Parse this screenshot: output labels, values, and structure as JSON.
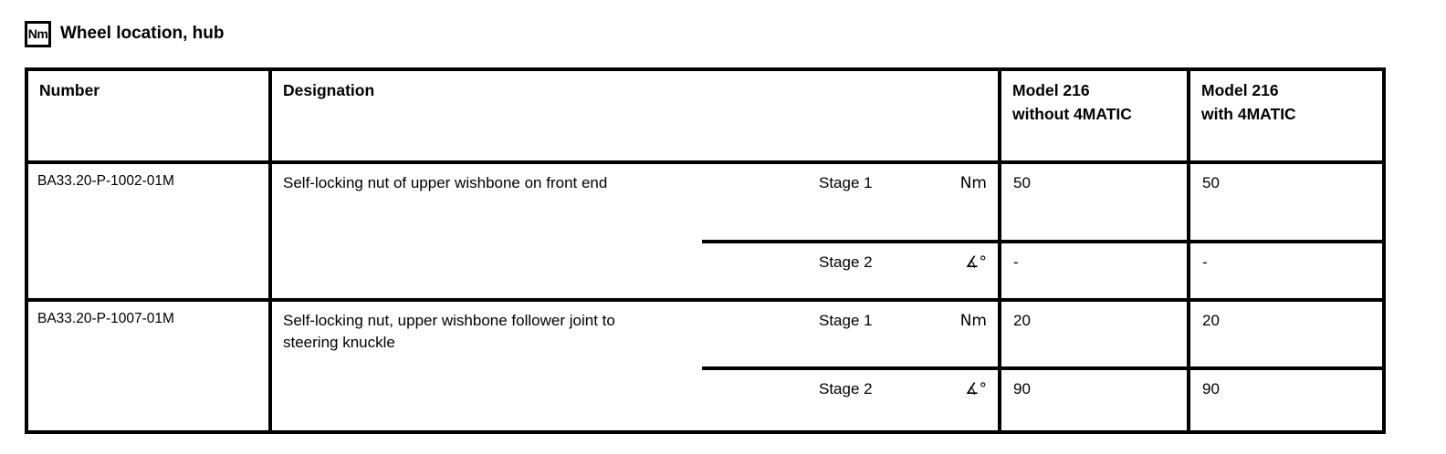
{
  "page": {
    "icon_label": "Nm",
    "title": "Wheel location, hub"
  },
  "table": {
    "headers": {
      "number": "Number",
      "designation": "Designation",
      "model_without": "Model 216\nwithout 4MATIC",
      "model_with": "Model 216\nwith 4MATIC"
    },
    "rows": [
      {
        "number": "BA33.20-P-1002-01M",
        "designation": "Self-locking nut of upper wishbone on front end",
        "stages": [
          {
            "label": "Stage 1",
            "unit": "Nm",
            "without": "50",
            "with": "50"
          },
          {
            "label": "Stage 2",
            "unit": "∡°",
            "without": "-",
            "with": "-"
          }
        ]
      },
      {
        "number": "BA33.20-P-1007-01M",
        "designation": "Self-locking nut, upper wishbone follower joint to steering knuckle",
        "stages": [
          {
            "label": "Stage 1",
            "unit": "Nm",
            "without": "20",
            "with": "20"
          },
          {
            "label": "Stage 2",
            "unit": "∡°",
            "without": "90",
            "with": "90"
          }
        ]
      }
    ]
  }
}
